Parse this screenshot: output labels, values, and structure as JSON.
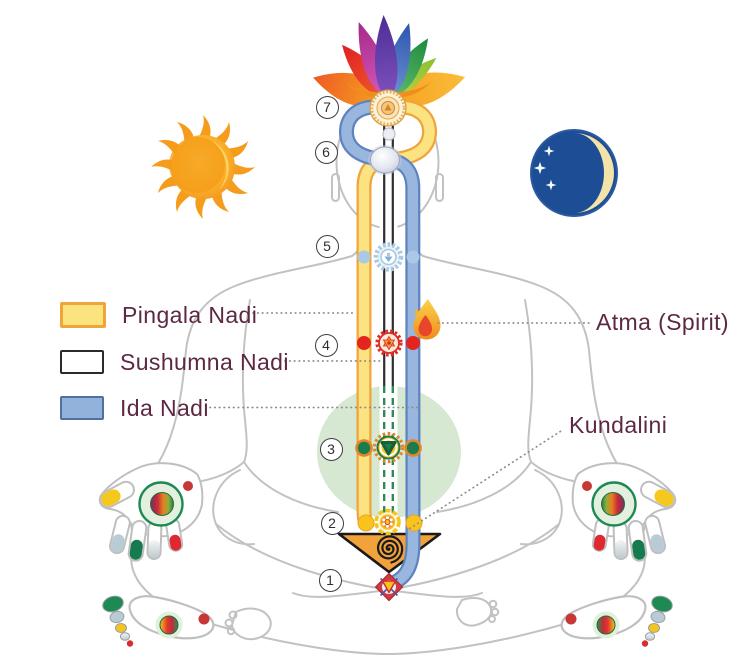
{
  "legend": {
    "items": [
      {
        "label": "Pingala Nadi",
        "swatch_fill": "#FBE47E",
        "swatch_border": "#F0A43C"
      },
      {
        "label": "Sushumna Nadi",
        "swatch_fill": "#FFFFFF",
        "swatch_border": "#2B2B2B"
      },
      {
        "label": "Ida Nadi",
        "swatch_fill": "#93B2DB",
        "swatch_border": "#50719E"
      }
    ]
  },
  "annotations": {
    "atma": "Atma (Spirit)",
    "kundalini": "Kundalini"
  },
  "chakra_numbers": [
    "1",
    "2",
    "3",
    "4",
    "5",
    "6",
    "7"
  ],
  "colors": {
    "label_text": "#5C2843",
    "pingala_fill": "#FBE382",
    "pingala_border": "#F0A43C",
    "ida_fill": "#99B6DE",
    "ida_border": "#5E84C0",
    "sushumna_line": "#2E2E2E",
    "sushumna_dashed": "#2E8B57",
    "void_circle": "#D6E7D2",
    "kundalini_triangle": "#F2A23B",
    "sun": "#F59E1C",
    "moon": "#1C4D95",
    "leader_line": "#8C8C8C"
  },
  "icons": {
    "sun": "sun-icon",
    "moon": "moon-icon",
    "lotus": "lotus-icon",
    "crown_chakra": "crown-chakra-icon",
    "flame": "atma-flame-icon",
    "spiral": "kundalini-spiral-icon"
  }
}
